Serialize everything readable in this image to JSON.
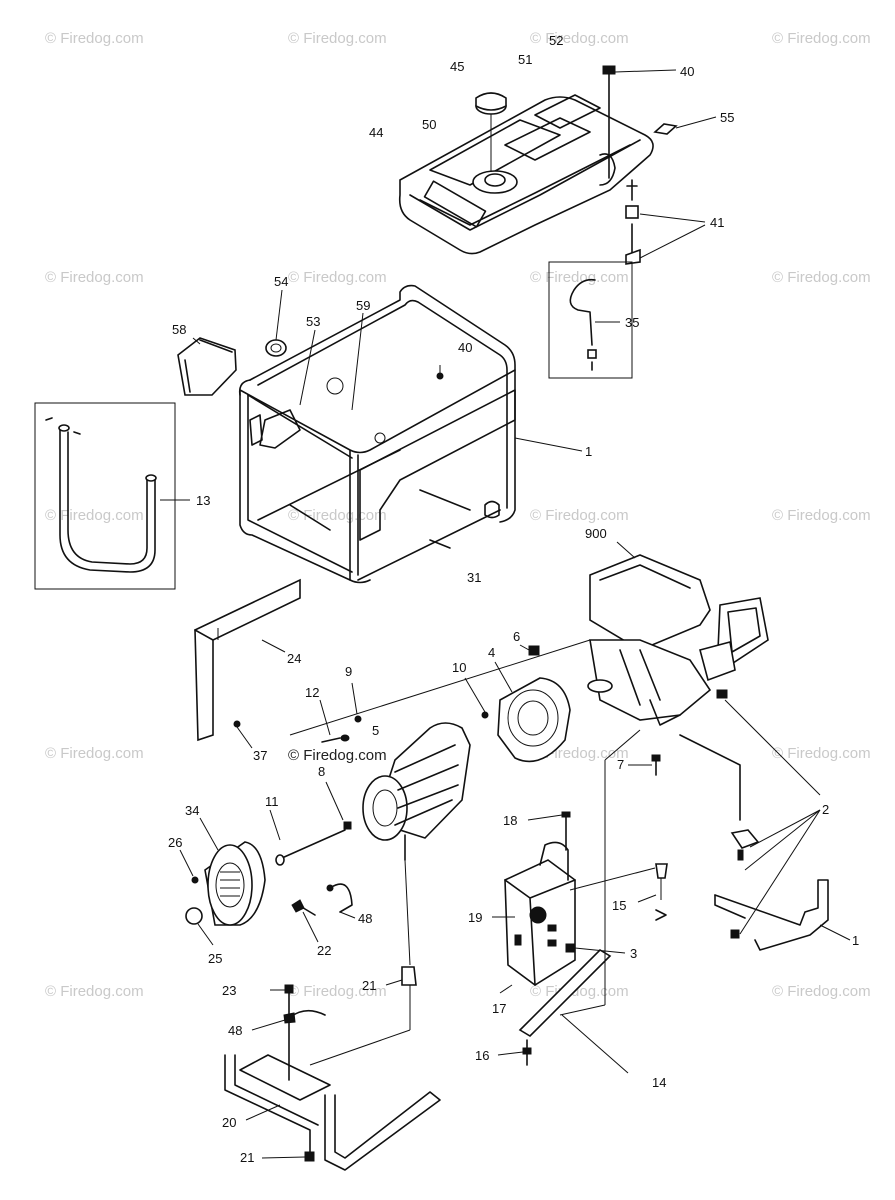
{
  "watermark": "© Firedog.com",
  "watermark_center": "© Firedog.com",
  "callouts": {
    "c45": "45",
    "c52": "52",
    "c51": "51",
    "c40a": "40",
    "c50": "50",
    "c44": "44",
    "c55": "55",
    "c41": "41",
    "c35": "35",
    "c54": "54",
    "c58": "58",
    "c53": "53",
    "c59": "59",
    "c40b": "40",
    "c1a": "1",
    "c13": "13",
    "c31": "31",
    "c900": "900",
    "c24": "24",
    "c9": "9",
    "c12": "12",
    "c10": "10",
    "c4": "4",
    "c6": "6",
    "c5": "5",
    "c37": "37",
    "c8": "8",
    "c7": "7",
    "c2": "2",
    "c34": "34",
    "c11": "11",
    "c26": "26",
    "c18": "18",
    "c15": "15",
    "c19": "19",
    "c48a": "48",
    "c22": "22",
    "c25": "25",
    "c1b": "1",
    "c3": "3",
    "c21a": "21",
    "c23": "23",
    "c17": "17",
    "c48b": "48",
    "c16": "16",
    "c14": "14",
    "c20": "20",
    "c21b": "21"
  }
}
